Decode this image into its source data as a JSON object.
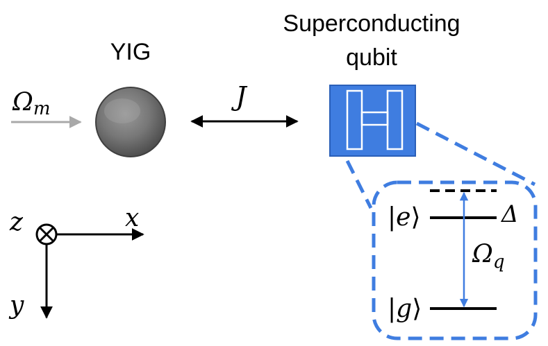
{
  "labels": {
    "yig": "YIG",
    "qubit_line1": "Superconducting",
    "qubit_line2": "qubit",
    "omega_m_sym": "Ω",
    "omega_m_sub": "m",
    "coupling": "J",
    "excited_state_sym": "e",
    "ground_state_sym": "g",
    "detuning": "Δ",
    "omega_q_sym": "Ω",
    "omega_q_sub": "q",
    "axis_z": "z",
    "axis_x": "x",
    "axis_y": "y"
  },
  "colors": {
    "accent_blue": "#3f7de0",
    "drive_arrow": "#a9a9a9",
    "sphere_dark": "#5a5a5a",
    "sphere_light": "#bdbdbd",
    "line": "#000000"
  },
  "icons": {
    "qubit": "transmon-h-icon",
    "magnet": "sphere-icon"
  }
}
